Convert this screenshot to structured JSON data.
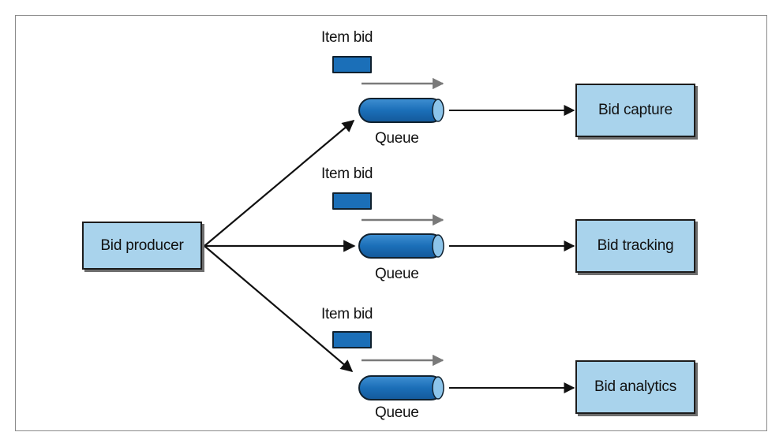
{
  "diagram": {
    "producer": {
      "label": "Bid producer"
    },
    "lanes": [
      {
        "item_label": "Item bid",
        "queue_label": "Queue",
        "consumer": "Bid capture"
      },
      {
        "item_label": "Item bid",
        "queue_label": "Queue",
        "consumer": "Bid tracking"
      },
      {
        "item_label": "Item bid",
        "queue_label": "Queue",
        "consumer": "Bid analytics"
      }
    ],
    "colors": {
      "box_fill": "#a9d3ec",
      "queue_fill": "#1b6fb8",
      "queue_highlight": "#8cc4ea",
      "flow_arrow": "#7a7a7a",
      "line": "#111111"
    }
  }
}
